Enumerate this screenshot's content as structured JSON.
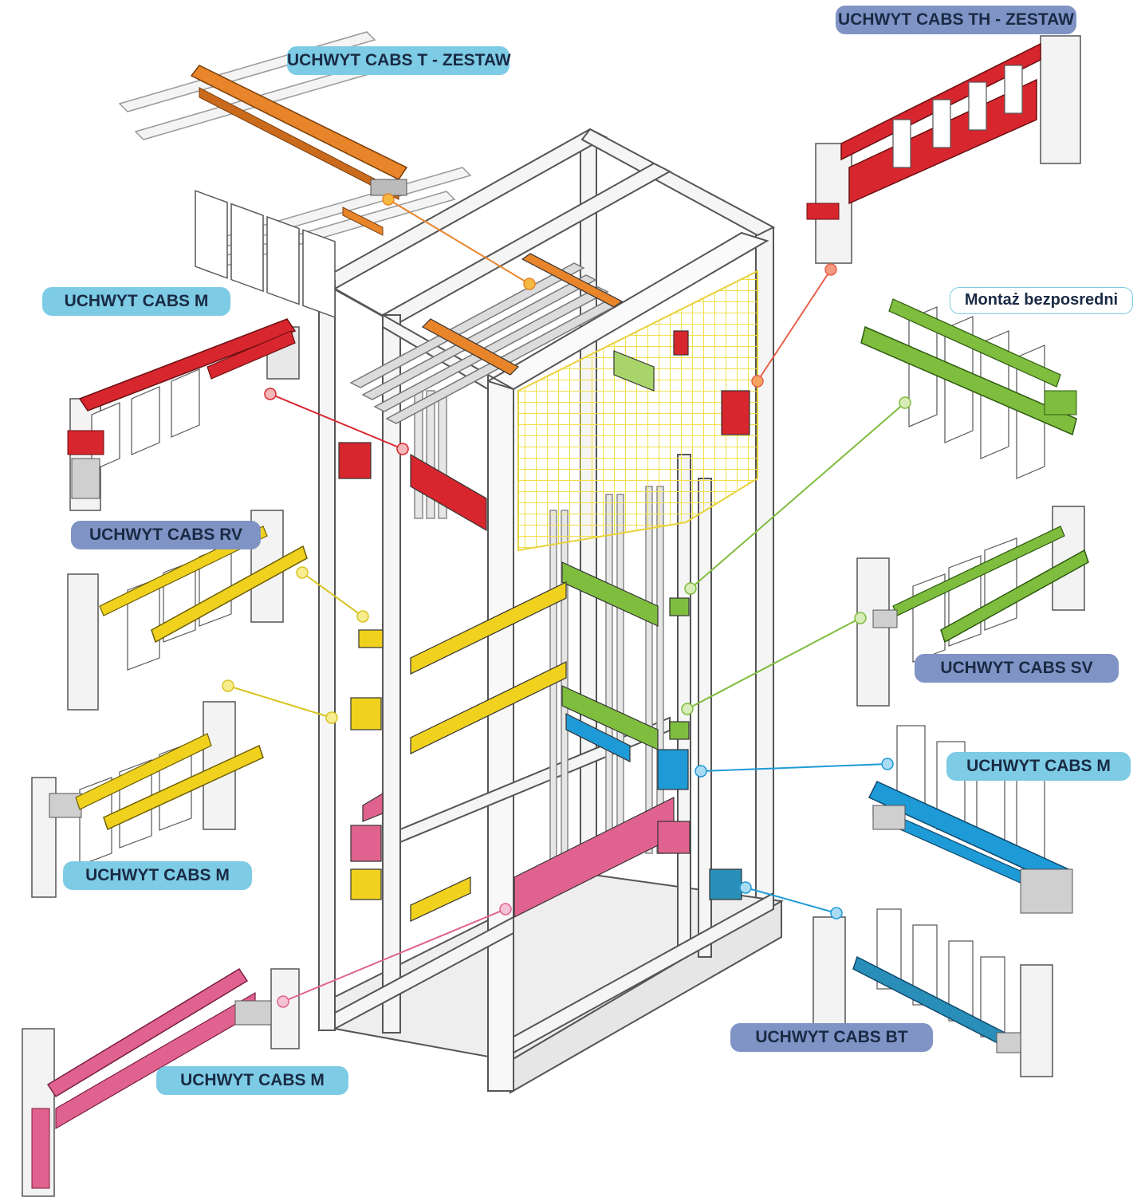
{
  "labels": {
    "cabs_t_zestaw": "UCHWYT CABS T - ZESTAW",
    "cabs_th_zestaw": "UCHWYT CABS TH - ZESTAW",
    "cabs_m_top_left": "UCHWYT CABS M",
    "montaz_bezposredni": "Montaż bezposredni",
    "cabs_rv": "UCHWYT CABS RV",
    "cabs_sv": "UCHWYT CABS SV",
    "cabs_m_right": "UCHWYT CABS M",
    "cabs_m_mid_left": "UCHWYT CABS M",
    "cabs_bt": "UCHWYT CABS BT",
    "cabs_m_bottom_left": "UCHWYT CABS M"
  },
  "colors": {
    "light_label": "#7dcbe4",
    "dark_label": "#7f93c5",
    "orange": "#e8842a",
    "red": "#d8262e",
    "yellow": "#f0d21e",
    "green": "#7fbd3e",
    "blue": "#1e9ad6",
    "pink": "#e0628f",
    "frame": "#f4f4f4",
    "frame_line": "#555555"
  }
}
